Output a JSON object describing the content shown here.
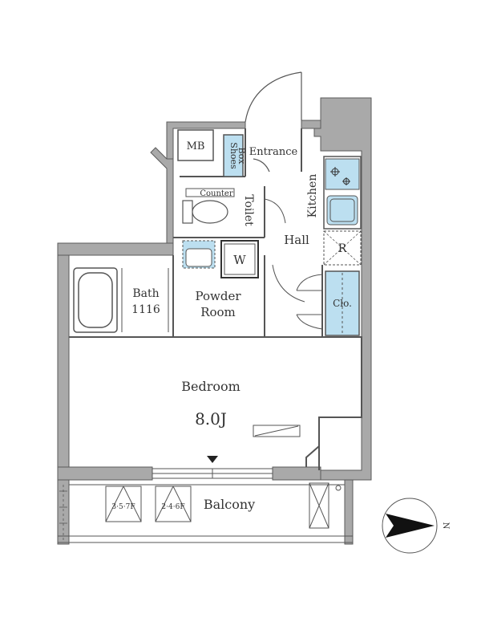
{
  "rooms": {
    "mb": "MB",
    "shoes_box_line1": "Shoes",
    "shoes_box_line2": "Box",
    "entrance": "Entrance",
    "counter": "Counter",
    "toilet": "Toilet",
    "kitchen": "Kitchen",
    "hall": "Hall",
    "refrigerator": "R",
    "washer": "W",
    "closet": "Clo.",
    "bath": "Bath",
    "bath_size": "1116",
    "powder_room_line1": "Powder",
    "powder_room_line2": "Room",
    "bedroom": "Bedroom",
    "bedroom_size": "8.0J",
    "balcony": "Balcony",
    "hatch_floors_left": "3·5·7F",
    "hatch_floors_right": "2·4·6F"
  },
  "compass": {
    "north_label": "N"
  },
  "colors": {
    "wall": "#a9a9a9",
    "wall_outline": "#5a5a5a",
    "storage_fill": "#bcdff0",
    "line": "#555555",
    "text": "#333333"
  }
}
